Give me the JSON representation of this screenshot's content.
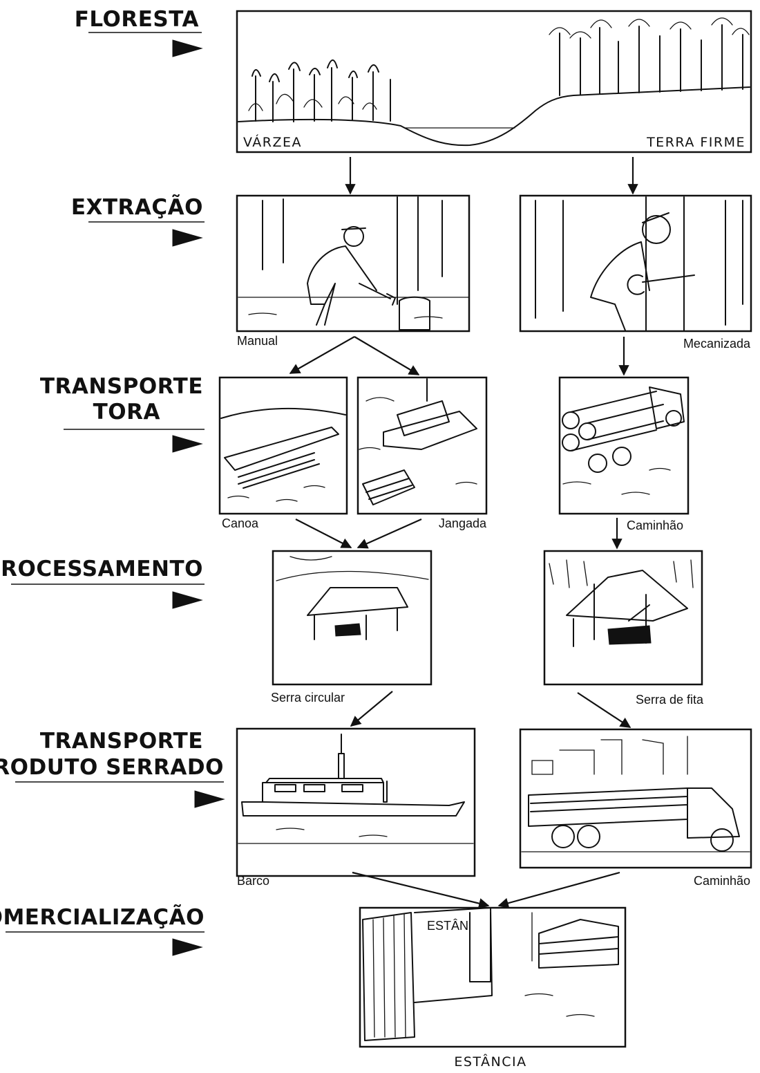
{
  "stages": {
    "floresta": "FLORESTA",
    "extracao": "EXTRAÇÃO",
    "transporte_tora_1": "TRANSPORTE",
    "transporte_tora_2": "TORA",
    "processamento": "PROCESSAMENTO",
    "transporte_serrado_1": "TRANSPORTE",
    "transporte_serrado_2": "PRODUTO SERRADO",
    "comercializacao": "COMERCIALIZAÇÃO"
  },
  "floresta": {
    "left_label": "VÁRZEA",
    "right_label": "TERRA FIRME"
  },
  "extracao": {
    "left_caption": "Manual",
    "right_caption": "Mecanizada"
  },
  "transporte_tora": {
    "canoa": "Canoa",
    "jangada": "Jangada",
    "caminhao": "Caminhão"
  },
  "processamento": {
    "left_caption": "Serra circular",
    "right_caption": "Serra de fita"
  },
  "transporte_serrado": {
    "barco": "Barco",
    "caminhao": "Caminhão"
  },
  "comercializacao": {
    "caption": "ESTÂNCIA",
    "sign": "ESTÂN"
  }
}
